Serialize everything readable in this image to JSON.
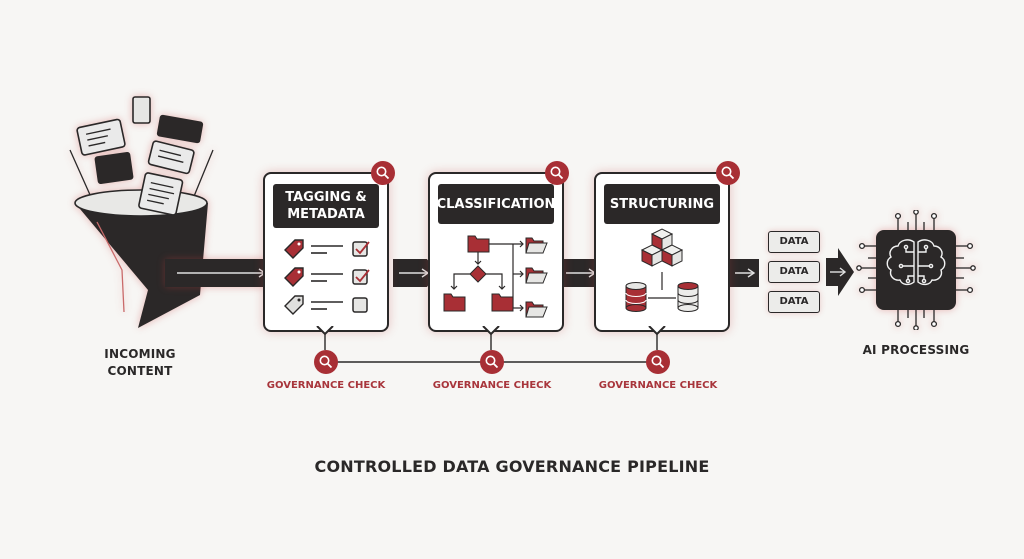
{
  "diagram": {
    "title": "CONTROLLED DATA GOVERNANCE PIPELINE",
    "source": {
      "label_line1": "INCOMING",
      "label_line2": "CONTENT",
      "icon": "funnel-icon"
    },
    "stages": [
      {
        "title_line1": "TAGGING &",
        "title_line2": "METADATA",
        "icon": "tag-checklist-icon",
        "checklist": [
          {
            "tag_color": "#a82f35",
            "checked": true
          },
          {
            "tag_color": "#a82f35",
            "checked": true
          },
          {
            "tag_color": "#d8d8d6",
            "checked": false
          }
        ]
      },
      {
        "title_line1": "CLASSIFICATION",
        "title_line2": "",
        "icon": "folder-tree-icon"
      },
      {
        "title_line1": "STRUCTURING",
        "title_line2": "",
        "icon": "cubes-database-icon"
      }
    ],
    "governance_checks": [
      "GOVERNANCE CHECK",
      "GOVERNANCE CHECK",
      "GOVERNANCE CHECK"
    ],
    "data_chips": [
      "DATA",
      "DATA",
      "DATA"
    ],
    "destination": {
      "label": "AI PROCESSING",
      "icon": "ai-chip-brain-icon"
    },
    "colors": {
      "accent": "#a82f35",
      "dark": "#2b2828",
      "background": "#f7f6f4",
      "light_gray": "#e6e6e4"
    }
  }
}
